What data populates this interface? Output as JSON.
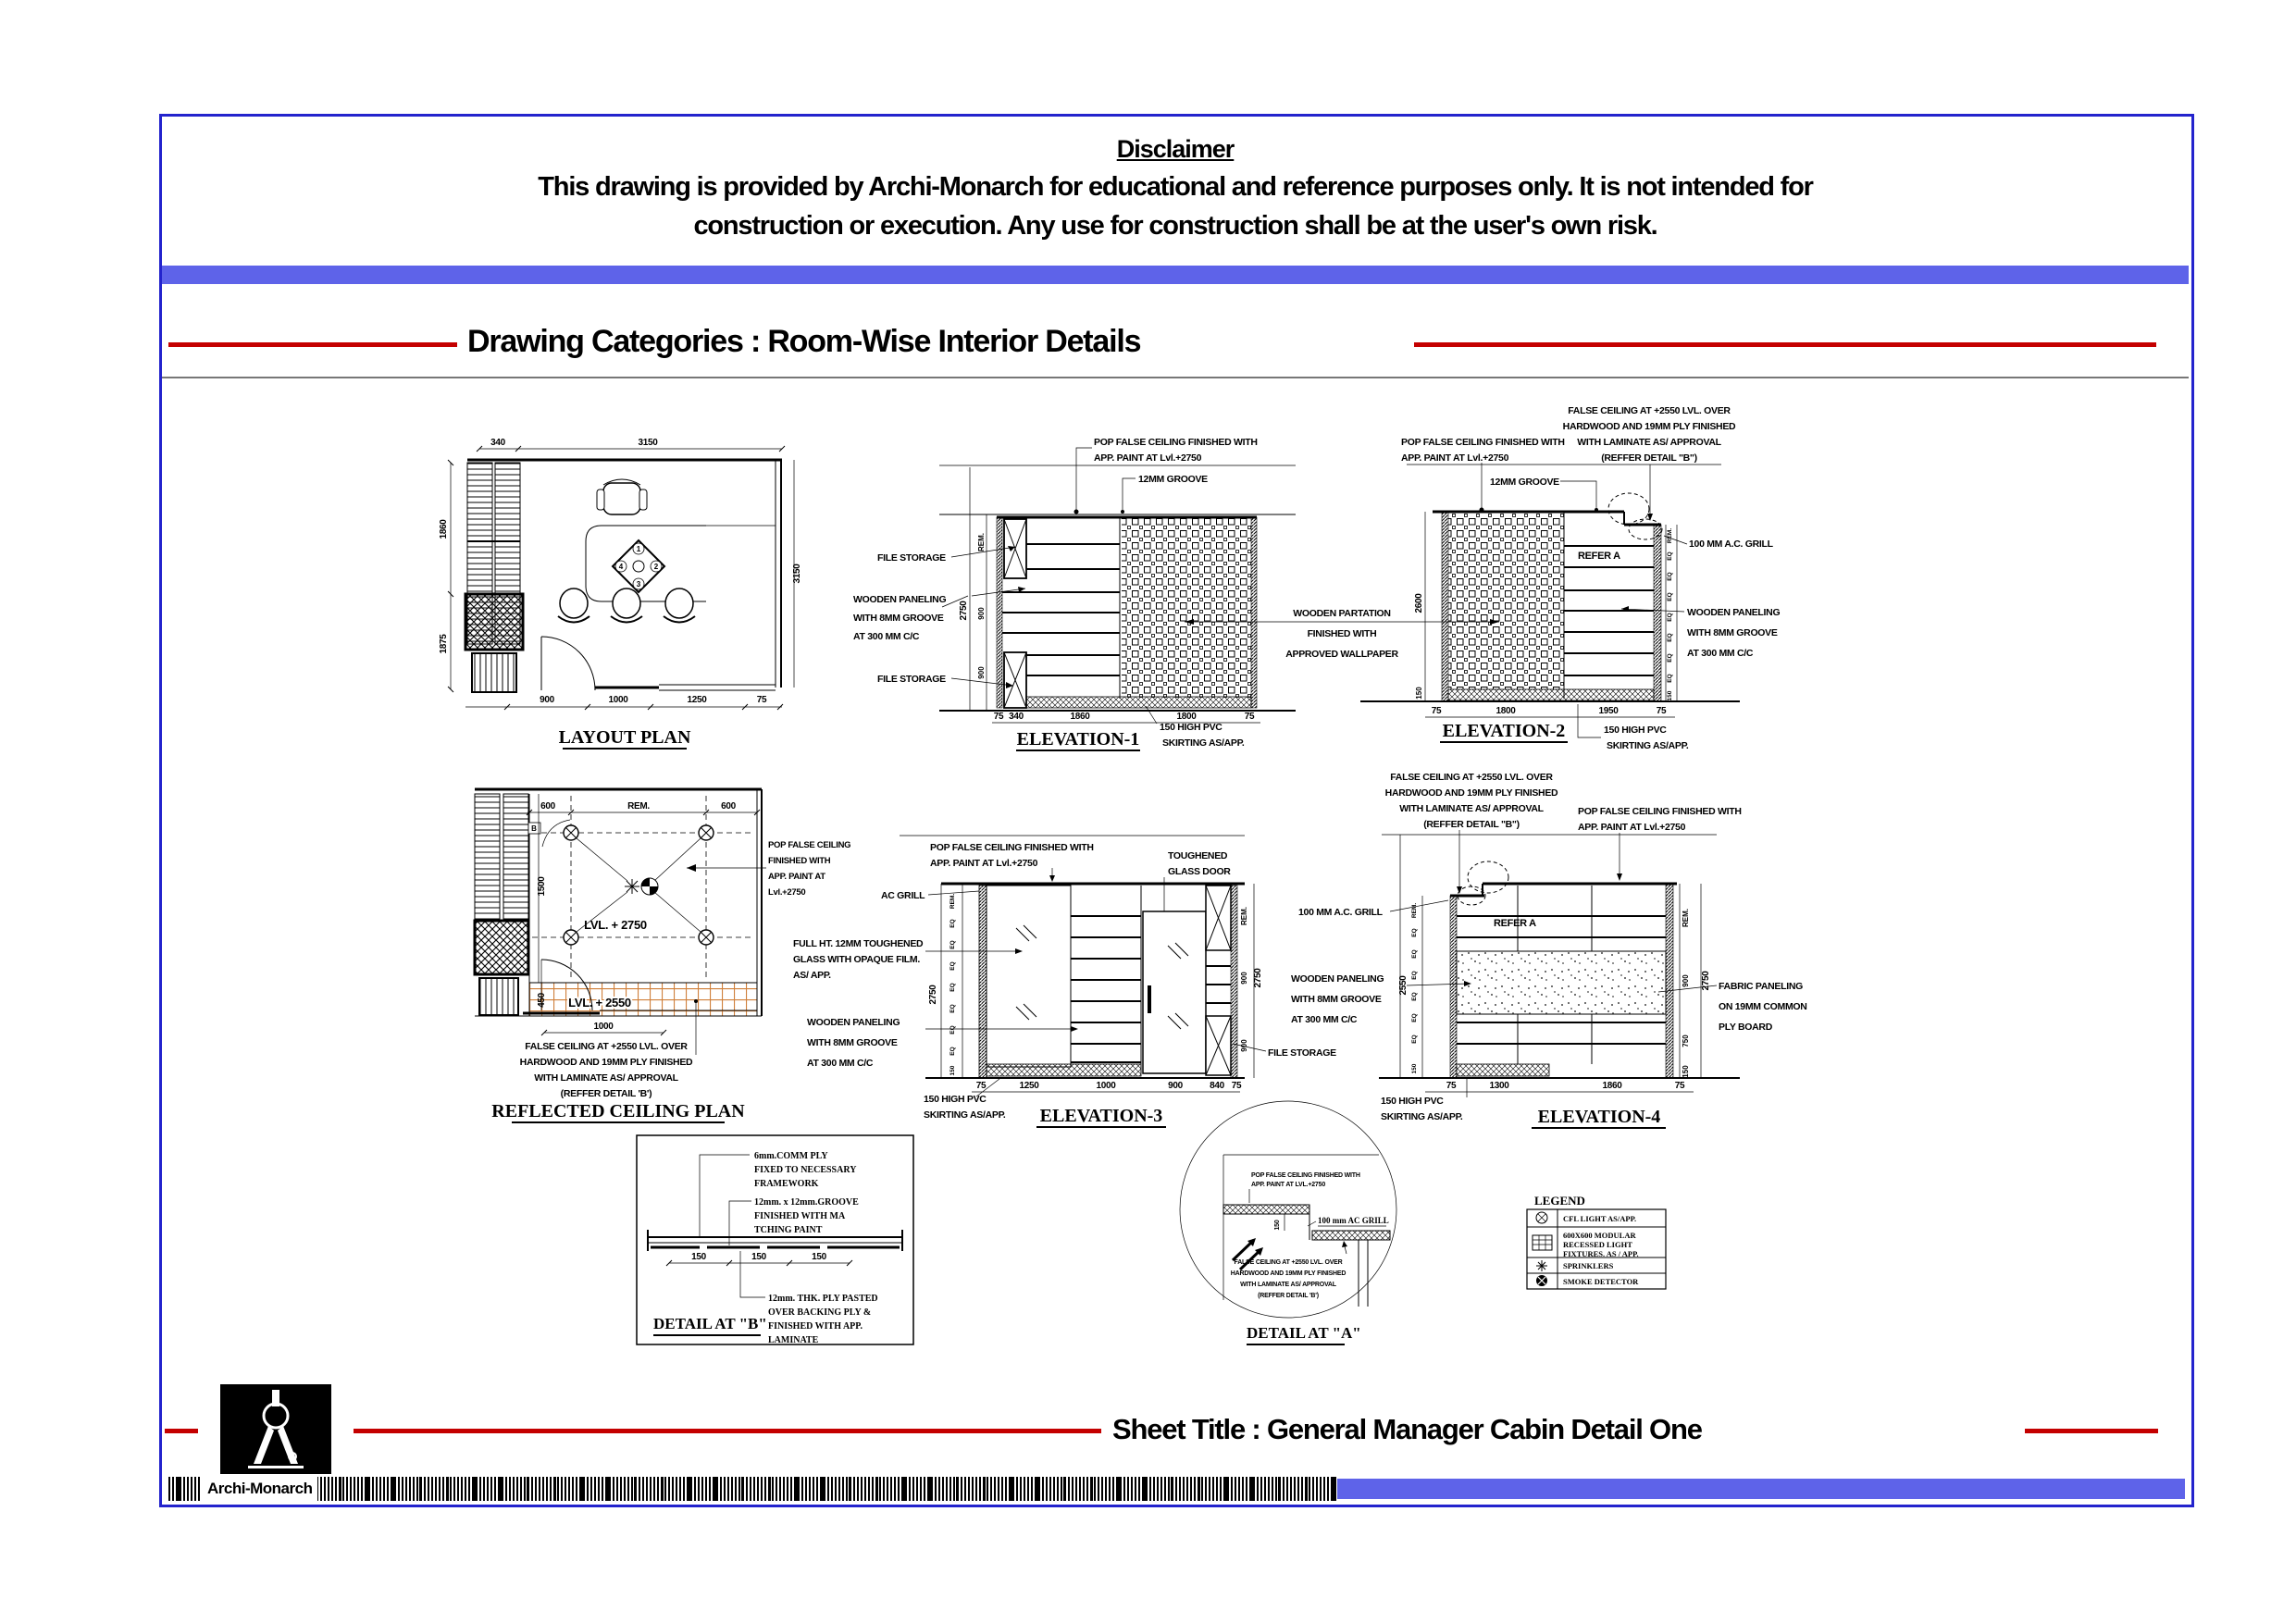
{
  "disclaimer": {
    "title": "Disclaimer",
    "line1": "This drawing is provided by Archi-Monarch for educational and reference purposes only. It is not intended for",
    "line2": "construction or execution. Any use for construction shall be at the user's own risk."
  },
  "header": {
    "category_title": "Drawing Categories : Room-Wise Interior Details"
  },
  "colors": {
    "accent_bar_blue": "#5e63e9",
    "rule_red": "#c40000",
    "border_blue": "#2323cd",
    "ceiling_grid_orange": "#cf7f3a"
  },
  "layout_plan": {
    "title": "LAYOUT PLAN",
    "dim_top_1": "340",
    "dim_top_2": "3150",
    "dim_left_1": "1860",
    "dim_left_2": "1875",
    "dim_right_1": "3150",
    "dim_bottom_1": "900",
    "dim_bottom_2": "1000",
    "dim_bottom_3": "1250",
    "dim_bottom_4": "75",
    "seat_1": "1",
    "seat_2": "2",
    "seat_3": "3",
    "seat_4": "4"
  },
  "elevation1": {
    "title": "ELEVATION-1",
    "ceiling_l1": "POP FALSE CEILING FINISHED WITH",
    "ceiling_l2": "APP. PAINT AT Lvl.+2750",
    "groove": "12MM GROOVE",
    "file_storage_top": "FILE STORAGE",
    "file_storage_bottom": "FILE STORAGE",
    "paneling_l1": "WOODEN PANELING",
    "paneling_l2": "WITH 8MM GROOVE",
    "paneling_l3": "AT 300 MM C/C",
    "skirting_l1": "150 HIGH PVC",
    "skirting_l2": "SKIRTING AS/APP.",
    "dim_height": "2750",
    "dim_seg_1": "REM.",
    "dim_seg_2": "900",
    "dim_seg_3": "900",
    "dim_bottom": [
      "75",
      "340",
      "1860",
      "1800",
      "75"
    ]
  },
  "partition_label": {
    "l1": "WOODEN PARTATION",
    "l2": "FINISHED WITH",
    "l3": "APPROVED WALLPAPER"
  },
  "elevation2": {
    "title": "ELEVATION-2",
    "pop_l1": "POP FALSE CEILING FINISHED WITH",
    "pop_l2": "APP. PAINT AT Lvl.+2750",
    "false_l1": "FALSE CEILING  AT +2550 LVL. OVER",
    "false_l2": "HARDWOOD AND 19MM PLY FINISHED",
    "false_l3": "WITH LAMINATE AS/ APPROVAL",
    "false_l4": "(REFFER DETAIL \"B\")",
    "groove": "12MM GROOVE",
    "refer_a": "REFER A",
    "ac_grill": "100 MM A.C. GRILL",
    "paneling_l1": "WOODEN PANELING",
    "paneling_l2": "WITH 8MM GROOVE",
    "paneling_l3": "AT 300 MM C/C",
    "skirting_l1": "150 HIGH PVC",
    "skirting_l2": "SKIRTING AS/APP.",
    "dim_left_1": "2600",
    "dim_left_2": "150",
    "dim_right": [
      "REM.",
      "EQ",
      "EQ",
      "EQ",
      "EQ",
      "EQ",
      "EQ",
      "EQ",
      "150"
    ],
    "dim_bottom": [
      "75",
      "1800",
      "1950",
      "75"
    ]
  },
  "ceiling_plan": {
    "title": "REFLECTED CEILING PLAN",
    "dim_top_1": "600",
    "dim_top_2": "REM.",
    "dim_top_3": "600",
    "dim_left_1": "1500",
    "dim_left_2": "450",
    "dim_bottom": "1000",
    "level_upper": "LVL. + 2750",
    "level_lower": "LVL. + 2550",
    "detail_marker": "B",
    "pop_l1": "POP FALSE CEILING",
    "pop_l2": "FINISHED WITH",
    "pop_l3": "APP. PAINT AT",
    "pop_l4": "Lvl.+2750",
    "caption_l1": "FALSE CEILING  AT +2550 LVL. OVER",
    "caption_l2": "HARDWOOD AND 19MM PLY FINISHED",
    "caption_l3": "WITH LAMINATE AS/ APPROVAL",
    "caption_l4": "(REFFER DETAIL 'B')"
  },
  "elevation3": {
    "title": "ELEVATION-3",
    "pop_l1": "POP FALSE CEILING FINISHED WITH",
    "pop_l2": "APP. PAINT AT Lvl.+2750",
    "glass_door_l1": "TOUGHENED",
    "glass_door_l2": "GLASS DOOR",
    "ac_grill": "AC GRILL",
    "glass_l1": "FULL HT. 12MM  TOUGHENED",
    "glass_l2": "GLASS WITH OPAQUE FILM.",
    "glass_l3": "AS/ APP.",
    "paneling_l1": "WOODEN PANELING",
    "paneling_l2": "WITH 8MM GROOVE",
    "paneling_l3": "AT 300 MM C/C",
    "skirting_l1": "150 HIGH PVC",
    "skirting_l2": "SKIRTING AS/APP.",
    "file_storage": "FILE STORAGE",
    "dim_height": "2750",
    "dim_right_1": "REM.",
    "dim_right_2": "900",
    "dim_right_3": "900",
    "dim_right_height": "2750",
    "dim_bottom": [
      "75",
      "1250",
      "1000",
      "900",
      "840",
      "75"
    ]
  },
  "elevation4": {
    "title": "ELEVATION-4",
    "false_l1": "FALSE CEILING  AT +2550 LVL. OVER",
    "false_l2": "HARDWOOD AND 19MM PLY FINISHED",
    "false_l3": "WITH LAMINATE AS/ APPROVAL",
    "false_l4": "(REFFER DETAIL \"B\")",
    "pop_l1": "POP FALSE CEILING FINISHED WITH",
    "pop_l2": "APP. PAINT AT Lvl.+2750",
    "ac_grill": "100 MM A.C. GRILL",
    "refer_a": "REFER A",
    "paneling_l1": "WOODEN PANELING",
    "paneling_l2": "WITH 8MM GROOVE",
    "paneling_l3": "AT 300 MM C/C",
    "fabric_l1": "FABRIC PANELING",
    "fabric_l2": "ON 19MM COMMON",
    "fabric_l3": "PLY BOARD",
    "skirting_l1": "150 HIGH PVC",
    "skirting_l2": "SKIRTING AS/APP.",
    "dim_left_height": "2550",
    "dim_left": [
      "REM.",
      "EQ",
      "EQ",
      "EQ",
      "EQ",
      "EQ",
      "EQ",
      "150"
    ],
    "dim_right_1": "REM.",
    "dim_right_2": "900",
    "dim_right_3": "750",
    "dim_right_4": "150",
    "dim_right_height": "2750",
    "dim_bottom": [
      "75",
      "1300",
      "1860",
      "75"
    ]
  },
  "detail_b": {
    "title": "DETAIL AT \"B\"",
    "label1_l1": "6mm.COMM PLY",
    "label1_l2": "FIXED TO NECESSARY",
    "label1_l3": "FRAMEWORK",
    "label2_l1": "12mm. x 12mm.GROOVE",
    "label2_l2": "FINISHED WITH MA",
    "label2_l3": "TCHING PAINT",
    "label3_l1": "12mm. THK. PLY PASTED",
    "label3_l2": "OVER BACKING PLY &",
    "label3_l3": "FINISHED WITH APP.",
    "label3_l4": "LAMINATE",
    "dims": [
      "150",
      "150",
      "150"
    ]
  },
  "detail_a": {
    "title": "DETAIL AT \"A\"",
    "pop_l1": "POP FALSE CEILING FINISHED WITH",
    "pop_l2": "APP. PAINT AT LVL.+2750",
    "grill": "100 mm AC GRILL",
    "dim": "150",
    "false_l1": "FALSE CEILING AT +2550 LVL. OVER",
    "false_l2": "HARDWOOD AND 19MM PLY FINISHED",
    "false_l3": "WITH LAMINATE AS/ APPROVAL",
    "false_l4": "(REFFER DETAIL 'B')"
  },
  "legend": {
    "title": "LEGEND",
    "rows": [
      {
        "symbol": "cfl-light-icon",
        "label": "CFL LIGHT AS/APP."
      },
      {
        "symbol": "modular-light-icon",
        "label_l1": "600X600 MODULAR",
        "label_l2": "RECESSED LIGHT",
        "label_l3": "FIXTURES. AS / APP."
      },
      {
        "symbol": "sprinkler-icon",
        "label": "SPRINKLERS"
      },
      {
        "symbol": "smoke-detector-icon",
        "label": "SMOKE DETECTOR"
      }
    ]
  },
  "footer": {
    "sheet_title": "Sheet Title : General Manager Cabin Detail One",
    "brand": "Archi-Monarch"
  }
}
